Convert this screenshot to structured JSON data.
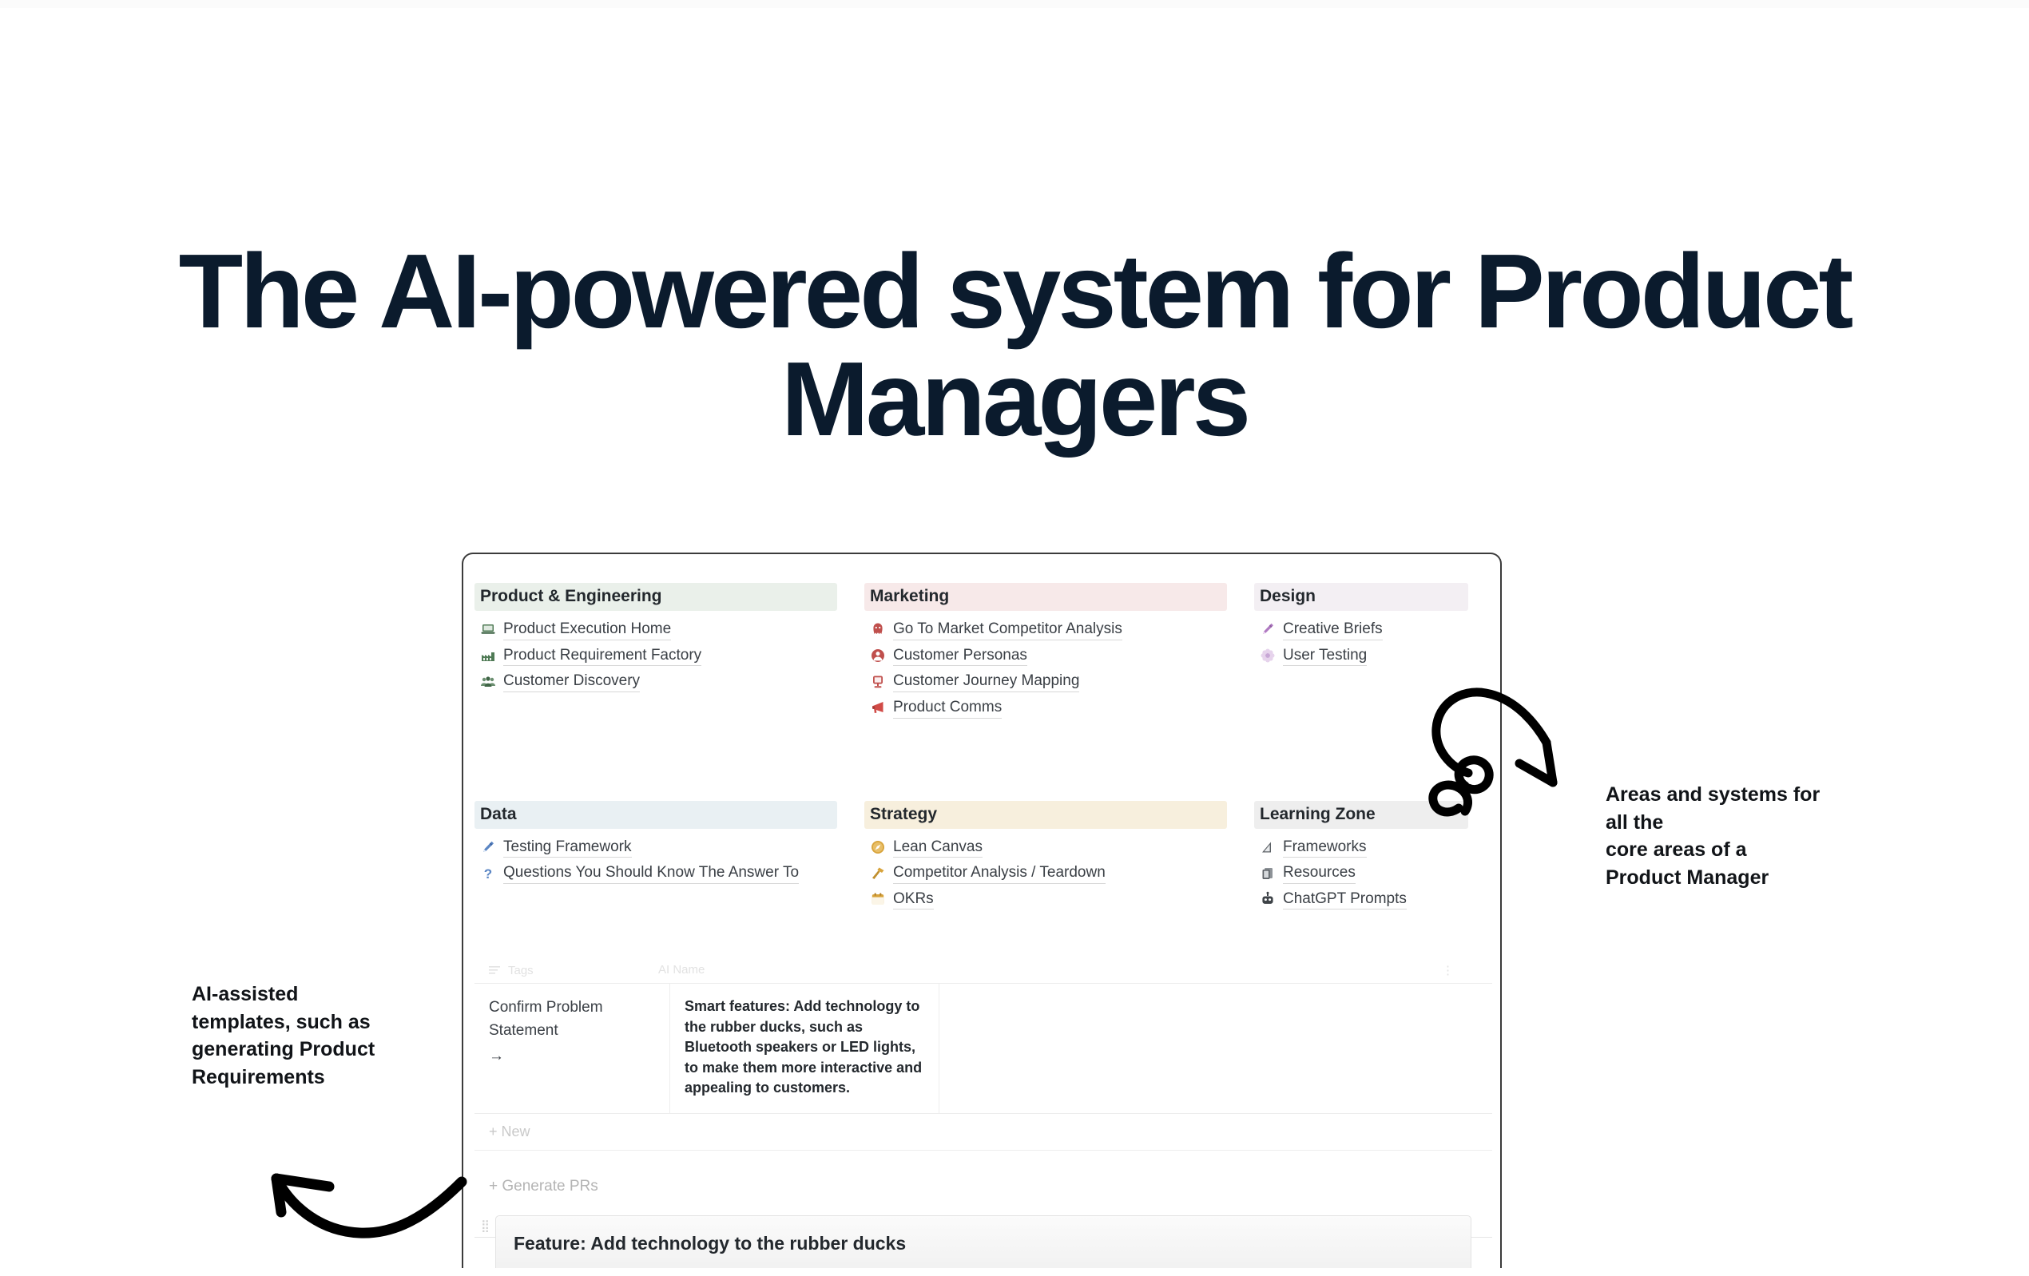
{
  "headline": "The AI-powered system for Product Managers",
  "colors": {
    "headline": "#0b1b2d",
    "panel_border": "#3b3b3b",
    "green_band": "#eaf0ea",
    "pink_band": "#f7e9e9",
    "lavender_band": "#f3eff3",
    "blue_band": "#e9f0f3",
    "cream_band": "#f7efdd",
    "grey_band": "#eeeeee"
  },
  "sections": [
    {
      "title": "Product & Engineering",
      "band": "green",
      "items": [
        {
          "label": "Product Execution Home",
          "icon": "laptop-icon"
        },
        {
          "label": "Product Requirement Factory",
          "icon": "factory-icon"
        },
        {
          "label": "Customer Discovery",
          "icon": "people-icon"
        }
      ]
    },
    {
      "title": "Marketing",
      "band": "pink",
      "items": [
        {
          "label": "Go To Market Competitor Analysis",
          "icon": "alien-icon"
        },
        {
          "label": "Customer Personas",
          "icon": "person-circle-icon"
        },
        {
          "label": "Customer Journey Mapping",
          "icon": "monitor-icon"
        },
        {
          "label": "Product Comms",
          "icon": "megaphone-icon"
        }
      ]
    },
    {
      "title": "Design",
      "band": "lavender",
      "items": [
        {
          "label": "Creative Briefs",
          "icon": "pencil-icon"
        },
        {
          "label": "User Testing",
          "icon": "flower-icon"
        }
      ]
    },
    {
      "title": "Data",
      "band": "blue",
      "items": [
        {
          "label": "Testing Framework",
          "icon": "pen-icon"
        },
        {
          "label": "Questions You Should Know The Answer To",
          "icon": "question-mark-icon"
        }
      ]
    },
    {
      "title": "Strategy",
      "band": "cream",
      "items": [
        {
          "label": "Lean Canvas",
          "icon": "compass-icon"
        },
        {
          "label": "Competitor Analysis / Teardown",
          "icon": "hammer-icon"
        },
        {
          "label": "OKRs",
          "icon": "calendar-icon"
        }
      ]
    },
    {
      "title": "Learning Zone",
      "band": "grey",
      "items": [
        {
          "label": "Frameworks",
          "icon": "triangle-ruler-icon"
        },
        {
          "label": "Resources",
          "icon": "books-icon"
        },
        {
          "label": "ChatGPT Prompts",
          "icon": "robot-icon"
        }
      ]
    }
  ],
  "table": {
    "headers": {
      "tags": "Tags",
      "ai_name": "AI Name",
      "menu": "⋮"
    },
    "row": {
      "step": "Confirm Problem Statement",
      "step_arrow": "→",
      "content": "Smart features: Add technology to the rubber ducks, such as Bluetooth speakers or LED lights, to make them more interactive and appealing to customers."
    },
    "new_label": "+  New",
    "generate_label": "+  Generate PRs"
  },
  "feature_card": {
    "title": "Feature: Add technology to the rubber ducks"
  },
  "annotations": {
    "right": "Areas and systems for all the\ncore areas of a\nProduct Manager",
    "right_lines": [
      "Areas and systems for",
      "all the",
      "core areas of a",
      "Product Manager"
    ],
    "left_lines": [
      "AI-assisted",
      "templates, such as",
      "generating Product",
      "Requirements"
    ]
  }
}
